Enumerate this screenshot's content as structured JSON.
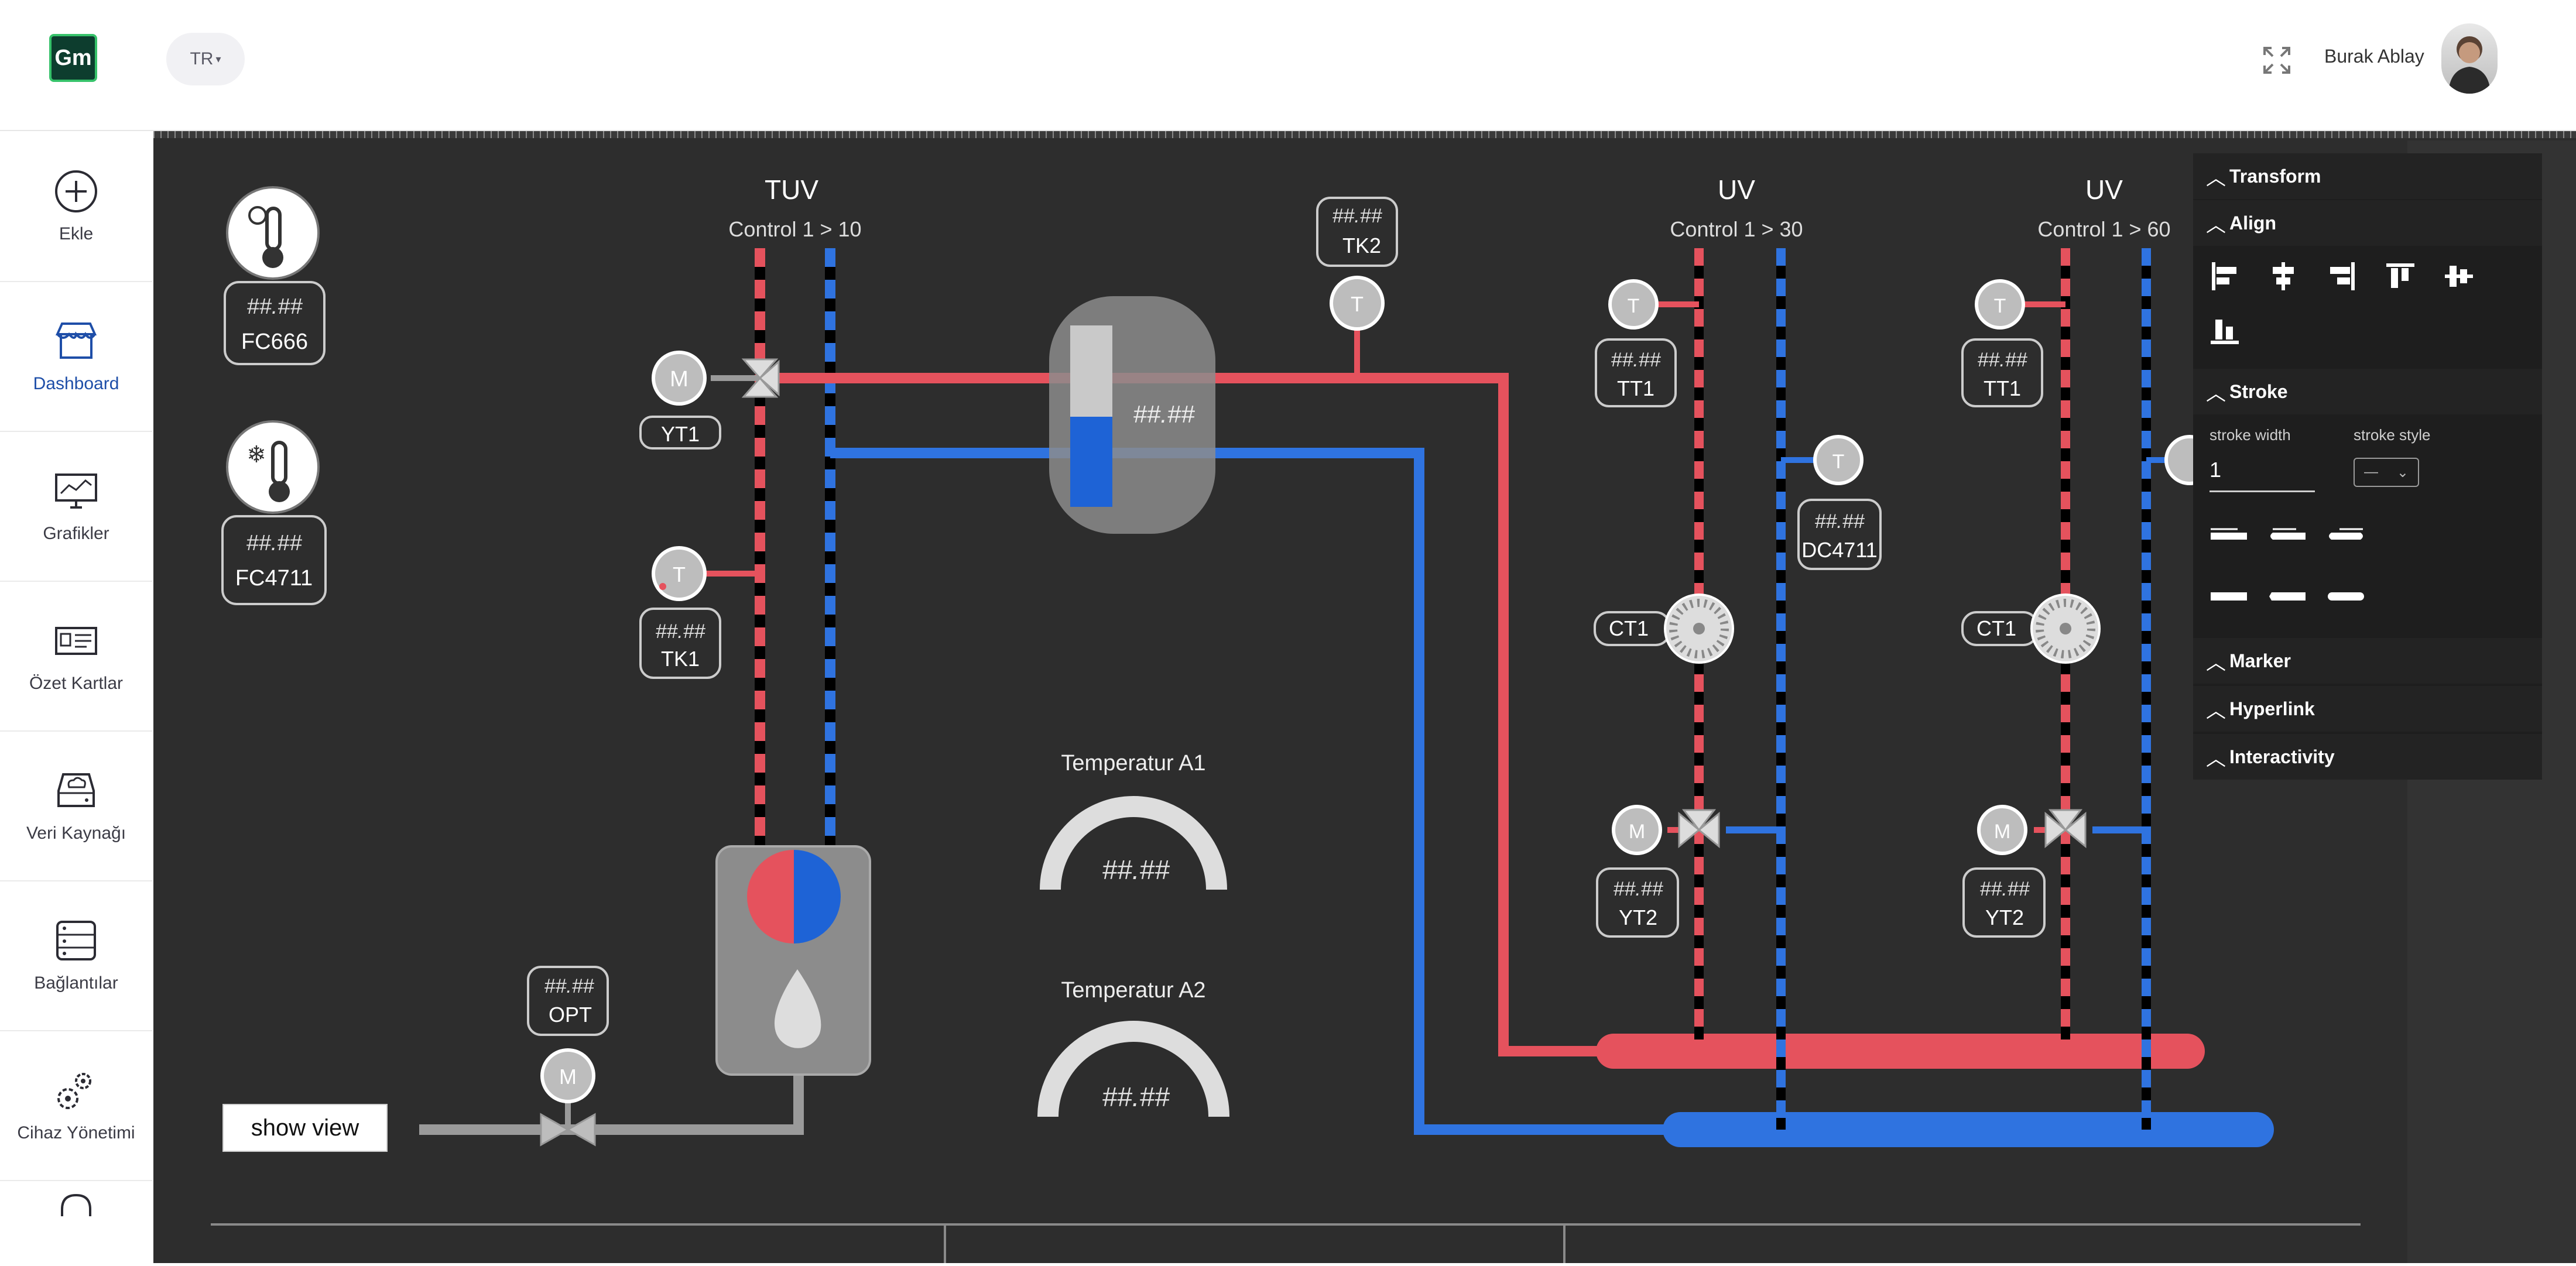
{
  "app": {
    "logo_text": "Gm",
    "language": "TR",
    "user_name": "Burak Ablay"
  },
  "sidebar": {
    "items": [
      {
        "label": "Ekle",
        "icon": "plus-circle-icon"
      },
      {
        "label": "Dashboard",
        "icon": "shop-icon",
        "active": true
      },
      {
        "label": "Grafikler",
        "icon": "monitor-chart-icon"
      },
      {
        "label": "Özet Kartlar",
        "icon": "card-icon"
      },
      {
        "label": "Veri Kaynağı",
        "icon": "cloud-drive-icon"
      },
      {
        "label": "Bağlantılar",
        "icon": "server-icon"
      },
      {
        "label": "Cihaz Yönetimi",
        "icon": "gears-icon"
      }
    ]
  },
  "diagram": {
    "tuv_title": "TUV",
    "tuv_control": "Control 1 > 10",
    "uv1_title": "UV",
    "uv1_control": "Control 1 > 30",
    "uv2_title": "UV",
    "uv2_control": "Control 1 > 60",
    "placeholder_value": "##.##",
    "fc666_label": "FC666",
    "fc4711_label": "FC4711",
    "yt1_label": "YT1",
    "tk1_label": "TK1",
    "tk2_label": "TK2",
    "opt_label": "OPT",
    "tt1_label": "TT1",
    "dc4711_label": "DC4711",
    "ct1_label": "CT1",
    "yt2_label": "YT2",
    "temp_a1_label": "Temperatur A1",
    "temp_a2_label": "Temperatur A2",
    "m_symbol": "M",
    "t_symbol": "T",
    "show_view": "show view"
  },
  "panel": {
    "sections": {
      "transform": "Transform",
      "align": "Align",
      "stroke": "Stroke",
      "marker": "Marker",
      "hyperlink": "Hyperlink",
      "interactivity": "Interactivity"
    },
    "stroke_width_label": "stroke width",
    "stroke_width_value": "1",
    "stroke_style_label": "stroke style",
    "stroke_style_value": "—"
  },
  "colors": {
    "canvas_bg": "#2d2d2d",
    "hot_pipe": "#e5525d",
    "cold_pipe": "#2f73e0",
    "grey_pipe": "#9a9a9a",
    "accent_blue": "#1e4ea8"
  }
}
